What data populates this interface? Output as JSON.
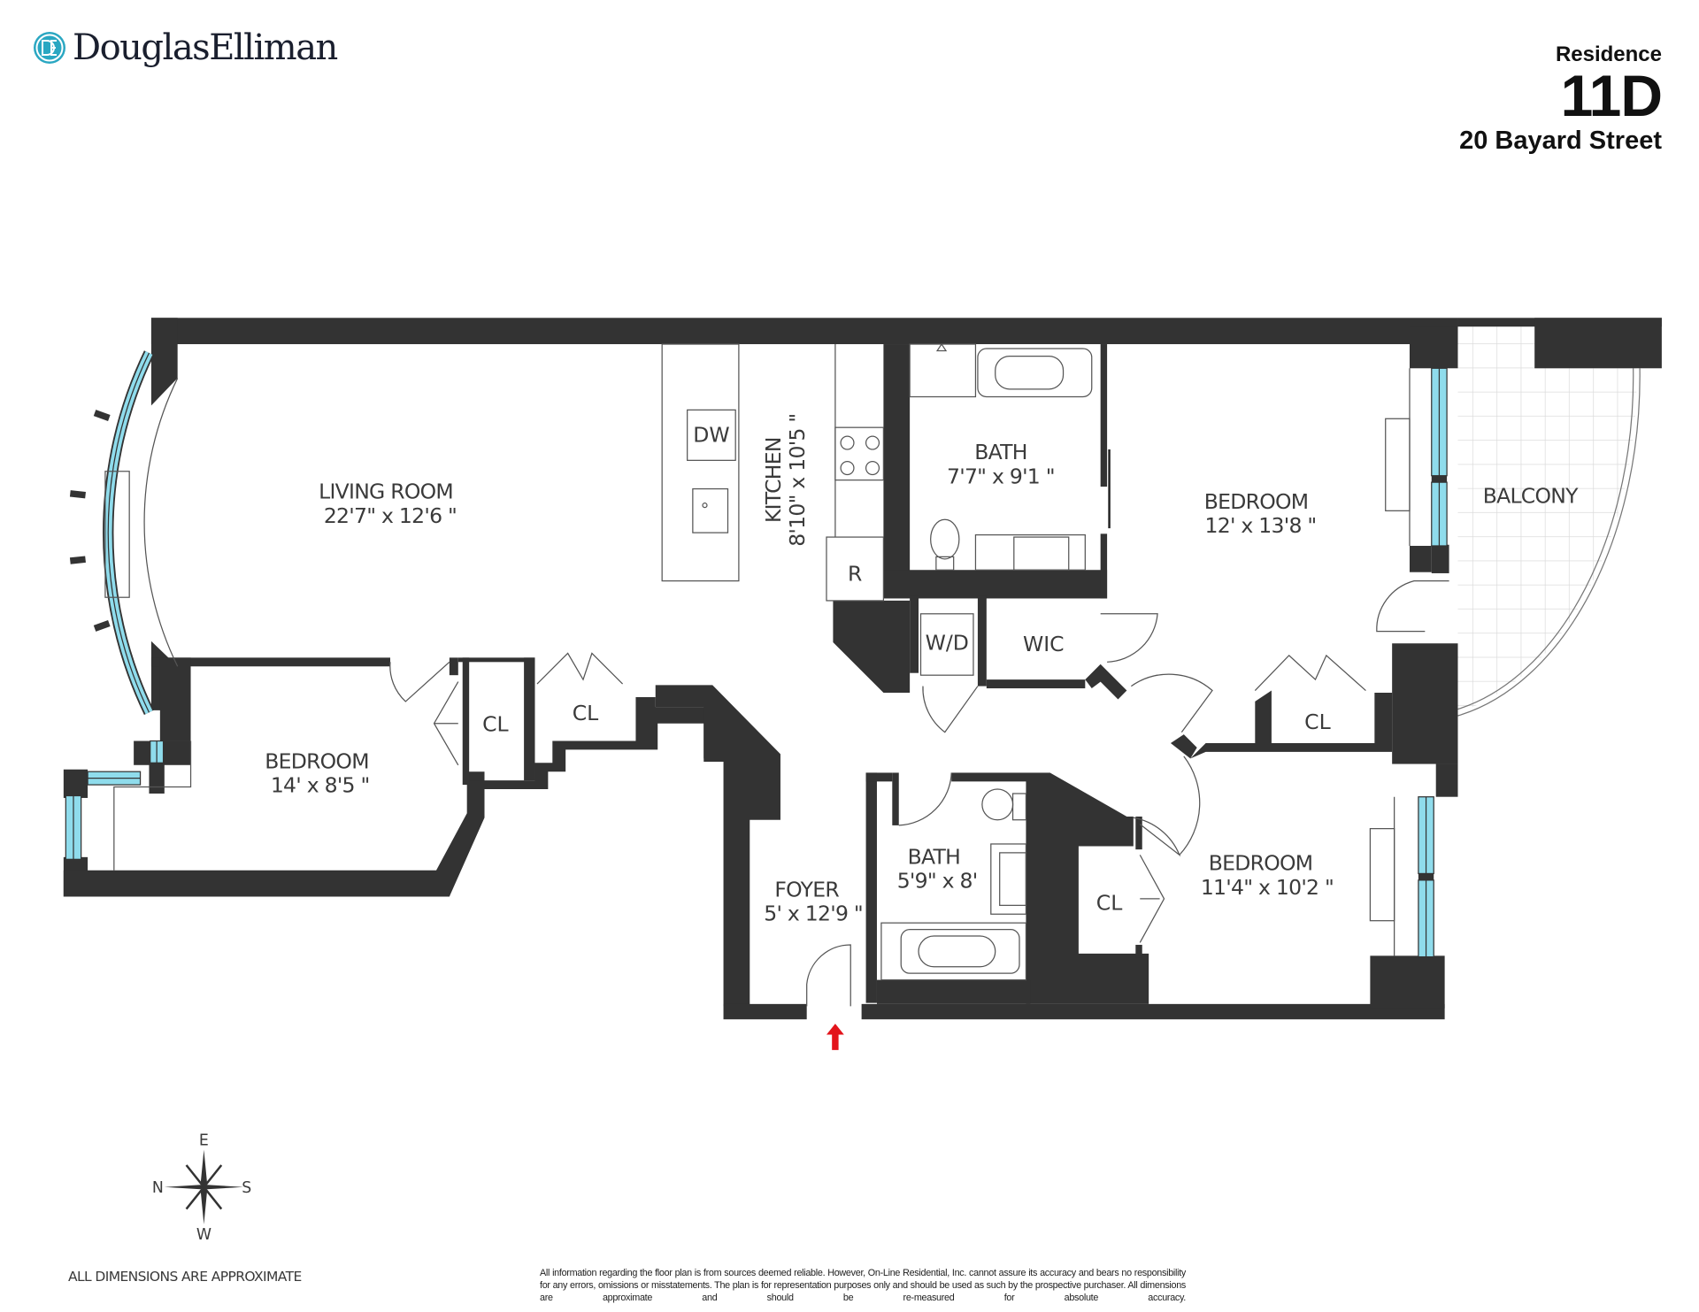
{
  "brand": {
    "name": "DouglasElliman",
    "logo_icon": "de-monogram-icon",
    "accent_color": "#2aa7c2"
  },
  "header": {
    "label": "Residence",
    "unit": "11D",
    "address": "20 Bayard Street"
  },
  "colors": {
    "wall": "#333333",
    "window_glass": "#8fdcec",
    "balcony_grid": "#d9d9d9",
    "entry_arrow": "#e3141b"
  },
  "rooms": {
    "living_room": {
      "name": "LIVING ROOM",
      "dims": "22'7\" x 12'6 \""
    },
    "kitchen": {
      "name": "KITCHEN",
      "dims": "8'10\" x 10'5 \""
    },
    "bath_master": {
      "name": "BATH",
      "dims": "7'7\" x 9'1 \""
    },
    "bedroom_master": {
      "name": "BEDROOM",
      "dims": "12' x 13'8 \""
    },
    "balcony": {
      "name": "BALCONY"
    },
    "bedroom_west": {
      "name": "BEDROOM",
      "dims": "14' x 8'5 \""
    },
    "foyer": {
      "name": "FOYER",
      "dims": "5' x 12'9 \""
    },
    "bath_hall": {
      "name": "BATH",
      "dims": "5'9\" x 8'"
    },
    "bedroom_south": {
      "name": "BEDROOM",
      "dims": "11'4\" x 10'2 \""
    }
  },
  "fixtures": {
    "dishwasher": "DW",
    "refrigerator": "R",
    "washer_dryer": "W/D",
    "walk_in_closet": "WIC",
    "closet": "CL"
  },
  "compass": {
    "top": "E",
    "left": "N",
    "right": "S",
    "bottom": "W"
  },
  "footer": {
    "note": "ALL DIMENSIONS ARE APPROXIMATE",
    "disclaimer": "All information regarding the floor plan is from sources deemed reliable. However, On-Line Residential, Inc. cannot assure its accuracy and bears no responsibility for any errors, omissions or misstatements. The plan is for representation purposes only and should be used as such by the prospective purchaser. All dimensions are approximate and should be re-measured for absolute accuracy."
  }
}
